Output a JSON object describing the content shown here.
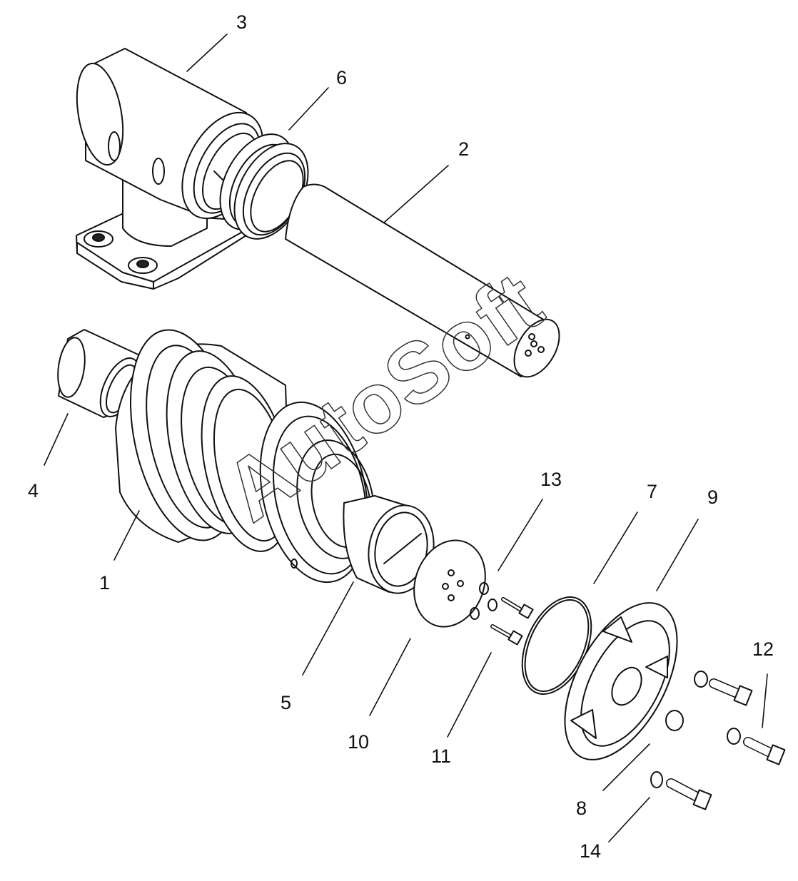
{
  "diagram": {
    "type": "exploded-parts-view",
    "callouts": [
      "3",
      "6",
      "2",
      "4",
      "1",
      "13",
      "7",
      "9",
      "5",
      "10",
      "11",
      "12",
      "8",
      "14"
    ]
  },
  "watermark": {
    "text": "AutoSoft"
  }
}
